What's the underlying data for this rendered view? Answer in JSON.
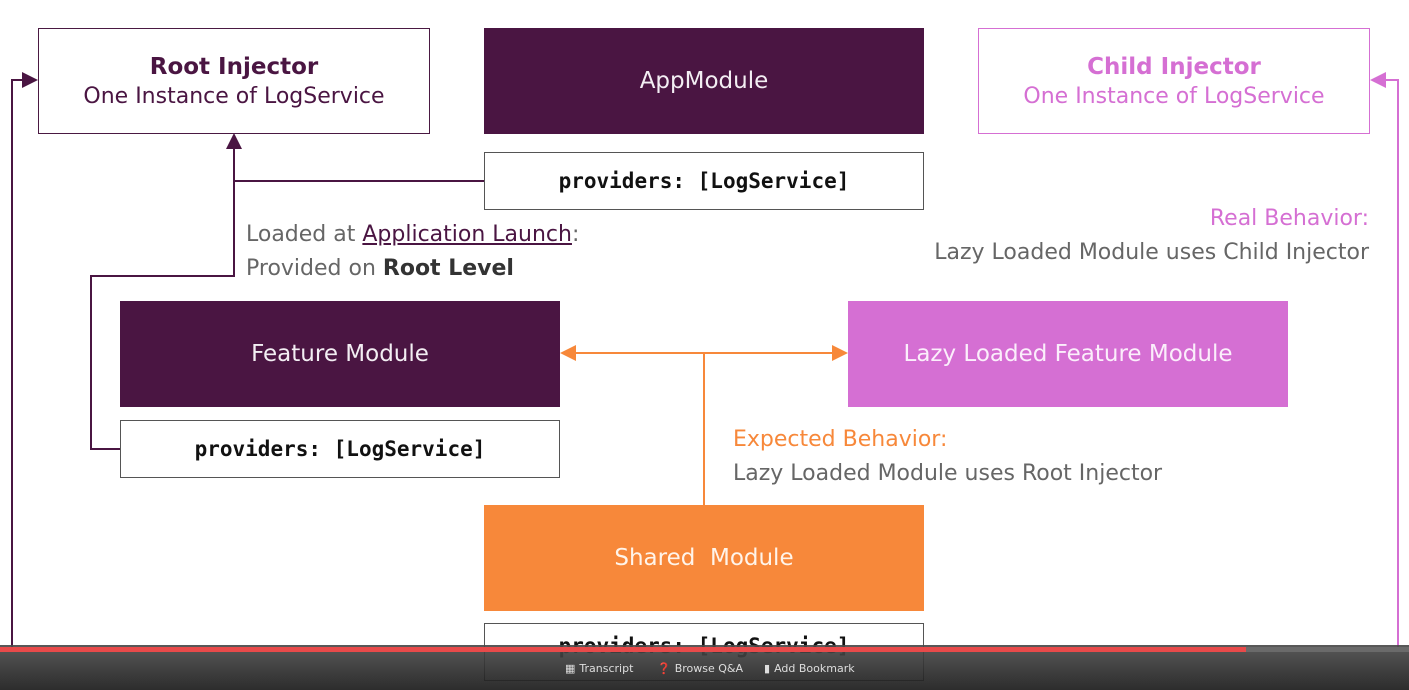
{
  "root_injector": {
    "title": "Root Injector",
    "subtitle": "One Instance of LogService"
  },
  "app_module": {
    "label": "AppModule",
    "providers": "providers: [LogService]"
  },
  "child_injector": {
    "title": "Child Injector",
    "subtitle": "One Instance of LogService"
  },
  "loaded_note": {
    "prefix": "Loaded at ",
    "link": "Application Launch",
    "colon": ":",
    "line2_prefix": "Provided on ",
    "line2_bold": "Root Level"
  },
  "real_behavior": {
    "title": "Real Behavior:",
    "text": "Lazy Loaded Module uses Child Injector"
  },
  "feature_module": {
    "label": "Feature Module",
    "providers": "providers: [LogService]"
  },
  "lazy_module": {
    "label": "Lazy Loaded Feature Module"
  },
  "expected_behavior": {
    "title": "Expected Behavior:",
    "text": "Lazy Loaded Module uses Root Injector"
  },
  "shared_module": {
    "label": "Shared  Module",
    "providers": "providers: [LogService]"
  },
  "player": {
    "transcript": "Transcript",
    "browse_qa": "Browse Q&A",
    "bookmark": "Add Bookmark",
    "progress": 0.884
  },
  "colors": {
    "dark": "#4a1542",
    "pink": "#d56fd3",
    "orange": "#f7883a",
    "progress": "#e84a4a"
  }
}
